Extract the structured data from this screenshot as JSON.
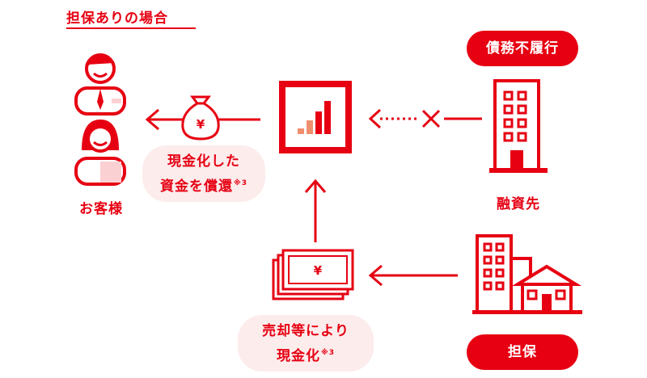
{
  "title": "担保ありの場合",
  "default_label": "債務不履行",
  "customer_label": "お客様",
  "borrower_label": "融資先",
  "collateral_label": "担保",
  "repay_line1": "現金化した",
  "repay_line2": "資金を償還",
  "repay_note": "※3",
  "sell_line1": "売却等により",
  "sell_line2": "現金化",
  "sell_note": "※3",
  "yen_symbol": "¥",
  "colors": {
    "accent": "#e60012",
    "bubble": "#fdecec",
    "pale": "#fbd0d3",
    "orange": "#f08f6e"
  }
}
